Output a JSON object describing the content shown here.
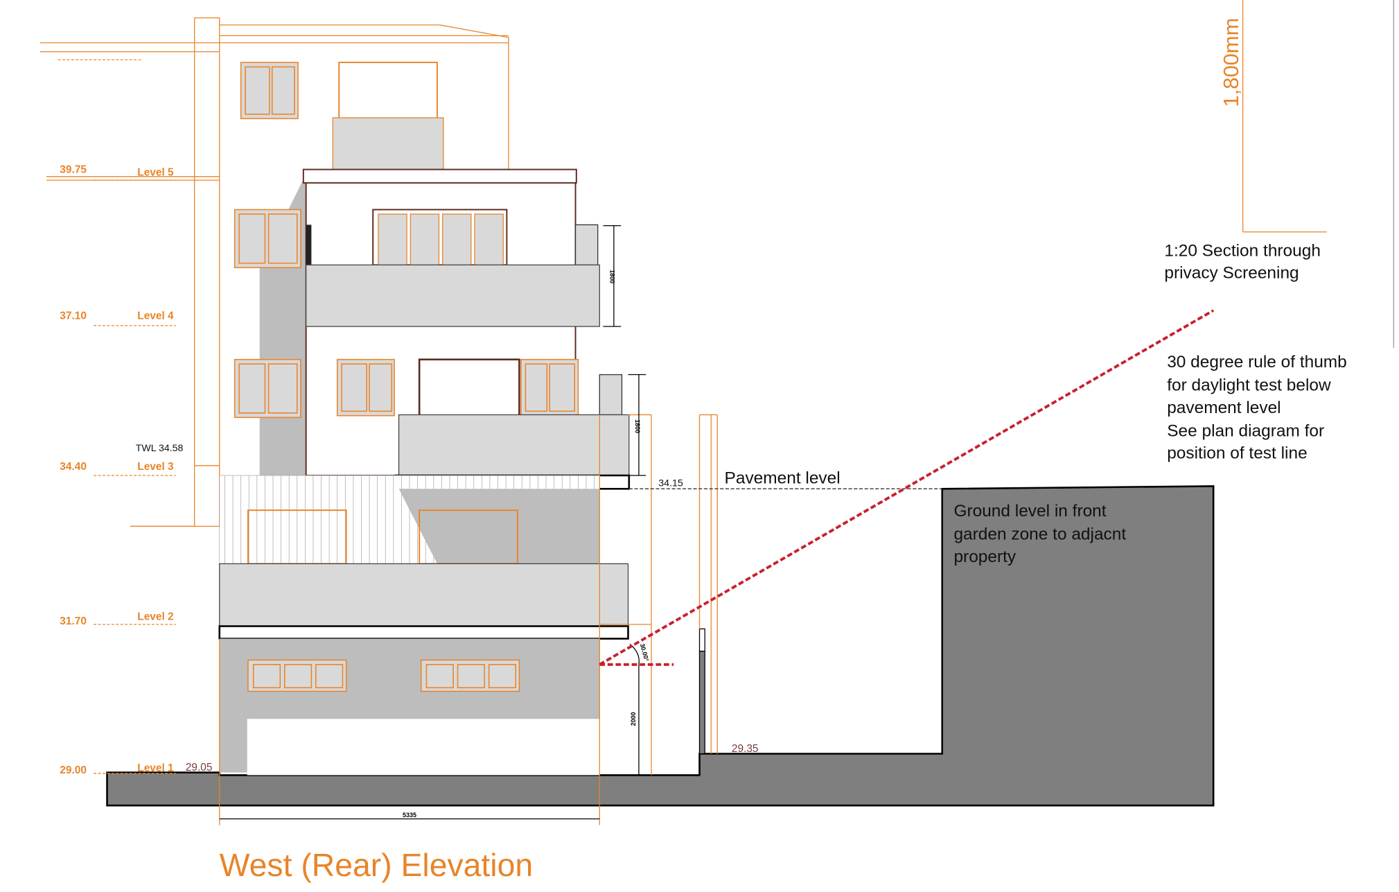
{
  "title": "West (Rear) Elevation",
  "levels": [
    {
      "rl": "39.75",
      "name": "Level 5"
    },
    {
      "rl": "37.10",
      "name": "Level 4"
    },
    {
      "rl": "34.40",
      "name": "Level 3"
    },
    {
      "rl": "31.70",
      "name": "Level 2"
    },
    {
      "rl": "29.00",
      "name": "Level 1"
    }
  ],
  "spot_levels": {
    "twl": "TWL  34.58",
    "ground_rear": "29.05",
    "pavement_rl": "34.15",
    "garden_rl": "29.35"
  },
  "dimensions": {
    "upper_screen": "1800",
    "lower_screen": "1800",
    "ground_clear": "2000",
    "width": "5335",
    "angle": "30.00°"
  },
  "annotations": {
    "section_scale": "1800mm",
    "section_scale_label": "1,800mm",
    "section_note_1": "1:20 Section through",
    "section_note_2": "privacy Screening",
    "rule_1": "30 degree rule of thumb",
    "rule_2": "for daylight test below",
    "rule_3": "pavement level",
    "rule_4": "See plan diagram for",
    "rule_5": "position of test line",
    "pavement": "Pavement level",
    "ground_1": "Ground level in front",
    "ground_2": "garden zone to adjacnt",
    "ground_3": "property"
  },
  "colors": {
    "orange": "#e8842a",
    "red_line": "#c8202e",
    "ground": "#7f7f7f"
  }
}
